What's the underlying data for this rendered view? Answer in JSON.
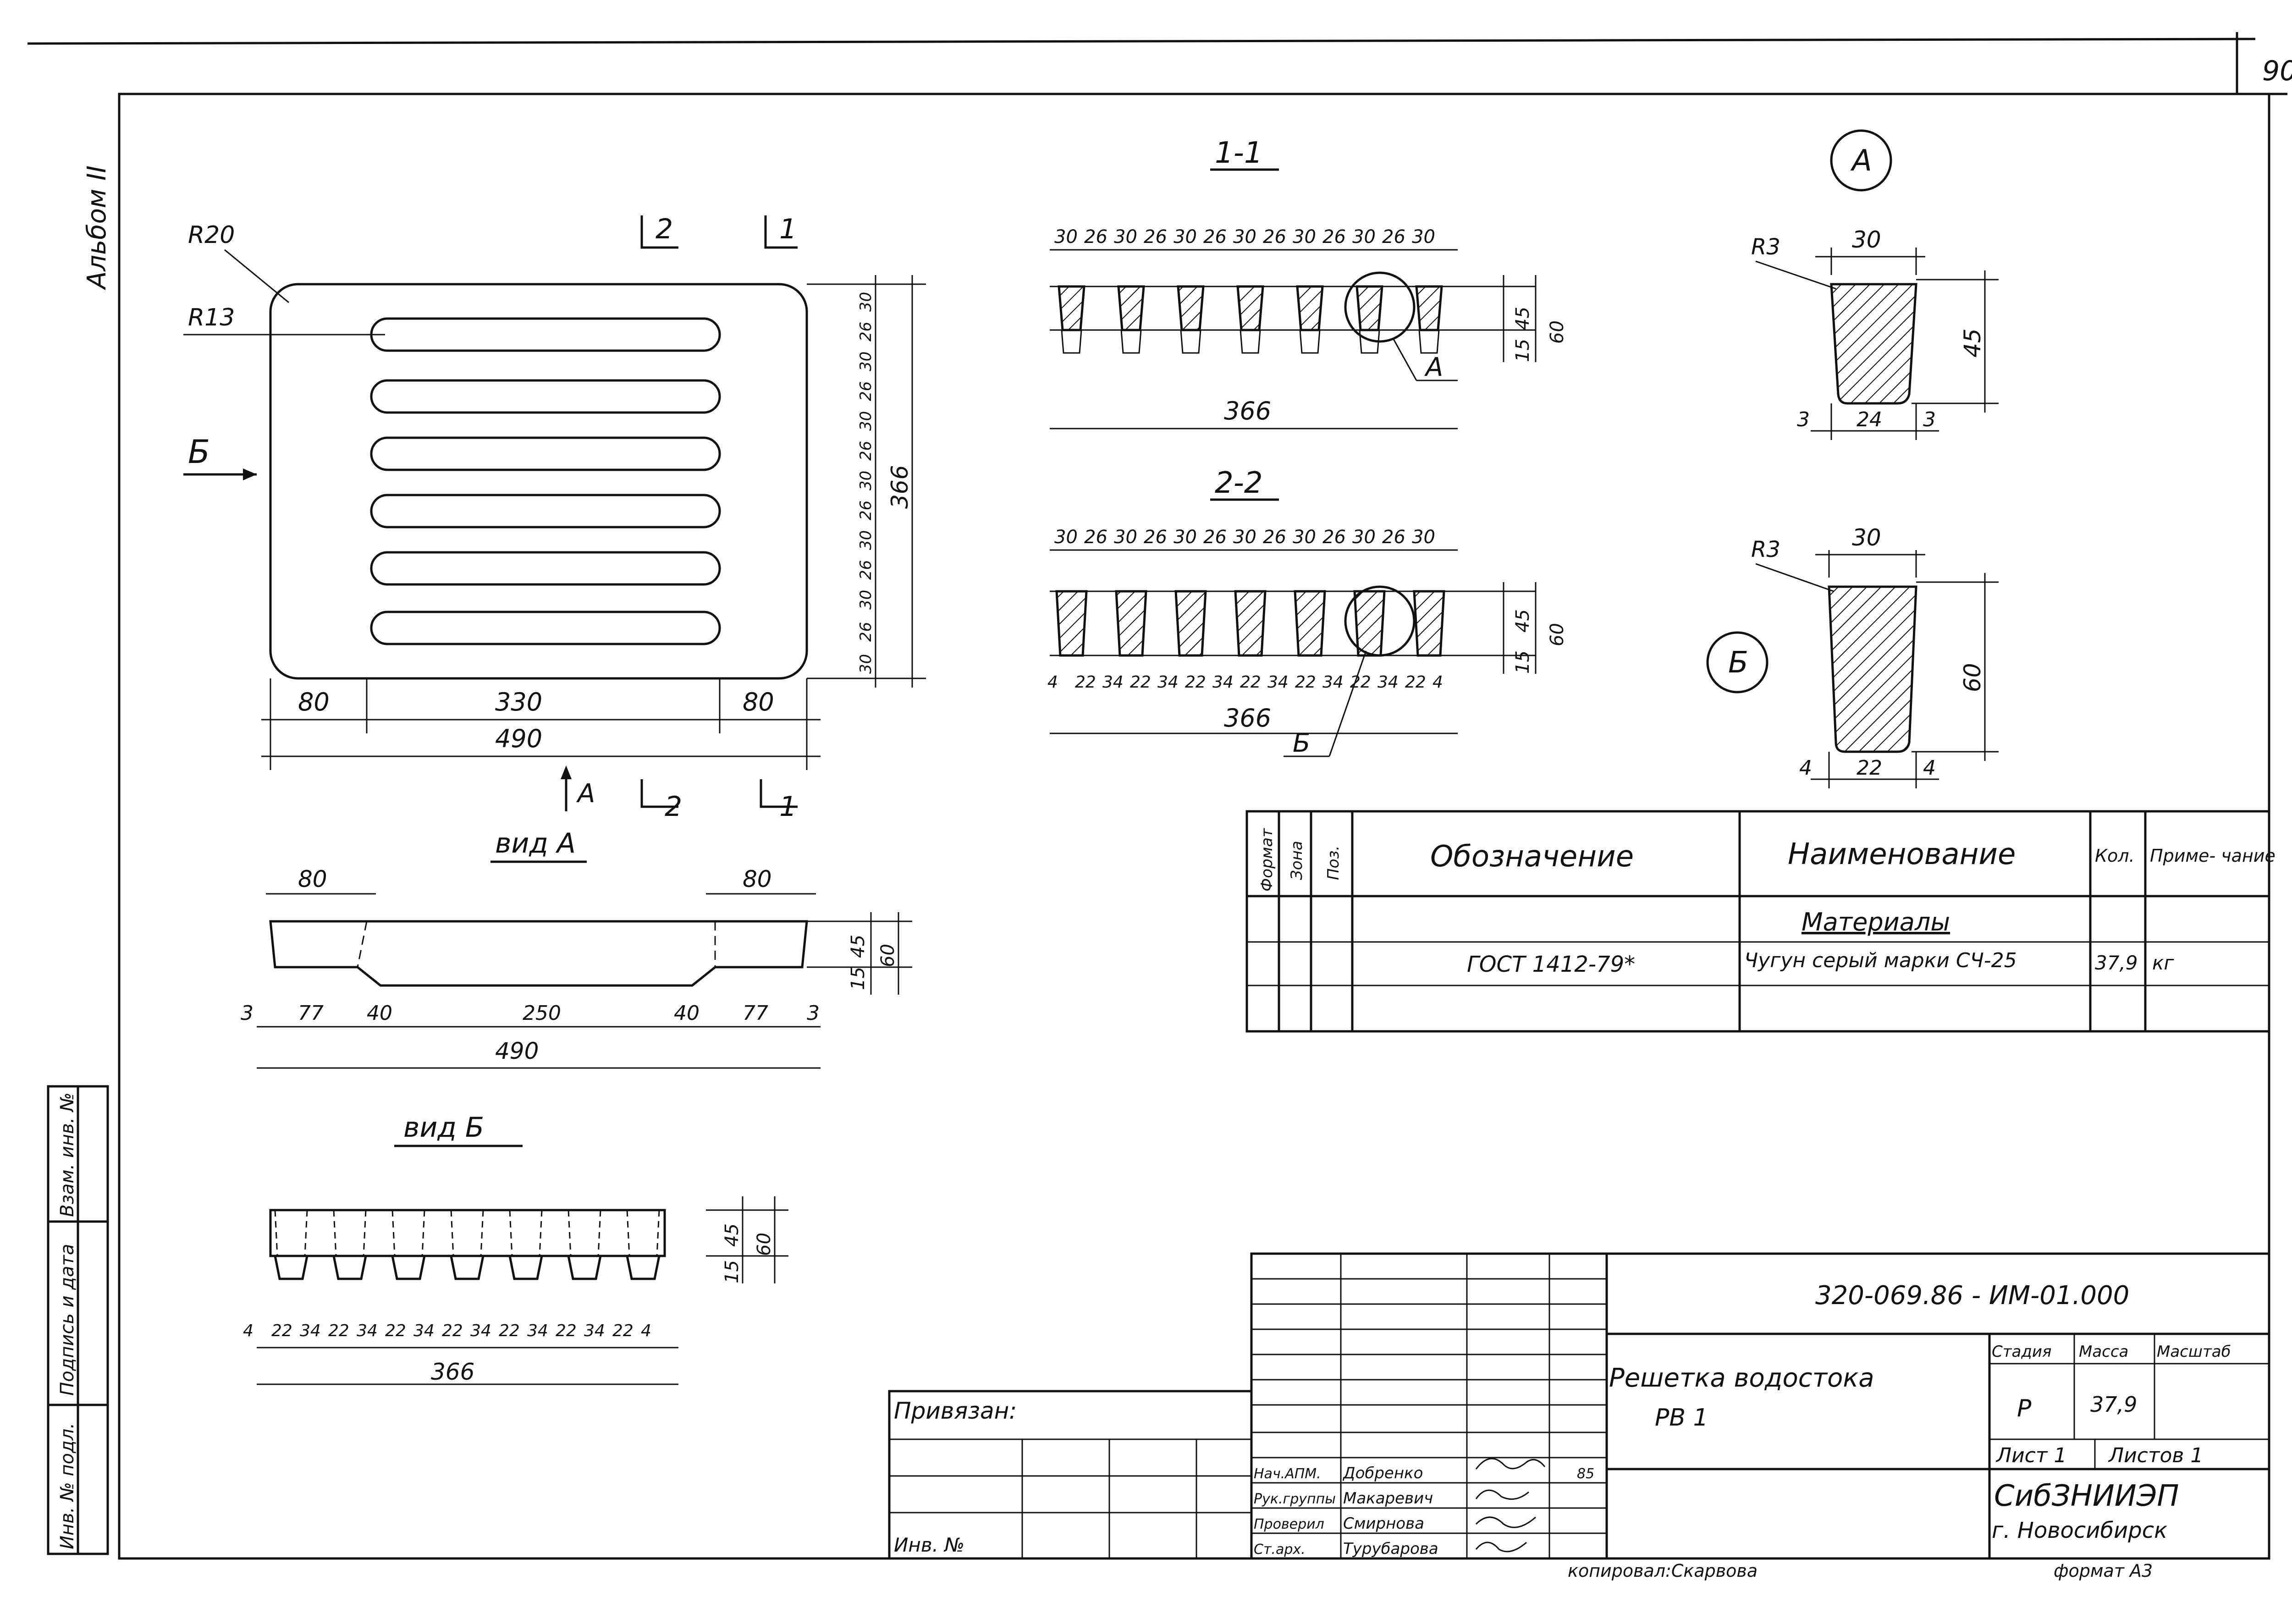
{
  "sheet": {
    "page_number": "90",
    "album_label": "Альбом II",
    "copied_by": "копировал:Скарвова",
    "format_label": "формат A3"
  },
  "plan": {
    "radius_corner": "R20",
    "radius_slot": "R13",
    "view_b_marker": "Б",
    "view_a_marker": "A",
    "section_mark_1": "1",
    "section_mark_2": "2",
    "dims_bottom": [
      "80",
      "330",
      "80"
    ],
    "dim_total": "490",
    "dim_height": "366",
    "dims_side": [
      "30",
      "26",
      "30",
      "26",
      "30",
      "26",
      "30",
      "26",
      "30",
      "26",
      "30",
      "26",
      "30"
    ]
  },
  "section_1_1": {
    "title": "1-1",
    "dims_top": [
      "30",
      "26",
      "30",
      "26",
      "30",
      "26",
      "30",
      "26",
      "30",
      "26",
      "30",
      "26",
      "30"
    ],
    "dim_total": "366",
    "dim_h1": "45",
    "dim_h2": "60",
    "dim_h3": "15",
    "callout": "A"
  },
  "section_2_2": {
    "title": "2-2",
    "dims_top": [
      "30",
      "26",
      "30",
      "26",
      "30",
      "26",
      "30",
      "26",
      "30",
      "26",
      "30",
      "26",
      "30"
    ],
    "dims_bottom": [
      "4",
      "22",
      "34",
      "22",
      "34",
      "22",
      "34",
      "22",
      "34",
      "22",
      "34",
      "22",
      "34",
      "22",
      "4"
    ],
    "dim_total": "366",
    "dim_h1": "45",
    "dim_h2": "60",
    "dim_h3": "15",
    "callout": "Б"
  },
  "detail_a": {
    "marker": "A",
    "radius": "R3",
    "dim_top": "30",
    "dim_height": "45",
    "dims_bottom": [
      "3",
      "24",
      "3"
    ]
  },
  "detail_b": {
    "marker": "Б",
    "radius": "R3",
    "dim_top": "30",
    "dim_height": "60",
    "dims_bottom": [
      "4",
      "22",
      "4"
    ]
  },
  "view_a": {
    "title": "вид A",
    "dims_top": [
      "80",
      "80"
    ],
    "dims_bottom": [
      "3",
      "77",
      "40",
      "250",
      "40",
      "77",
      "3"
    ],
    "dim_total": "490",
    "dim_h1": "45",
    "dim_h2": "60",
    "dim_h3": "15"
  },
  "view_b": {
    "title": "вид Б",
    "dims_bottom": [
      "4",
      "22",
      "34",
      "22",
      "34",
      "22",
      "34",
      "22",
      "34",
      "22",
      "34",
      "22",
      "34",
      "22",
      "4"
    ],
    "dim_total": "366",
    "dim_h1": "45",
    "dim_h2": "60",
    "dim_h3": "15"
  },
  "spec_table": {
    "headers": [
      "Формат",
      "Зона",
      "Поз.",
      "Обозначение",
      "Наименование",
      "Кол.",
      "Приме- чание"
    ],
    "section_label": "Материалы",
    "rows": [
      {
        "designation": "ГОСТ 1412-79*",
        "name": "Чугун серый марки СЧ-25",
        "qty": "37,9",
        "note": "кг"
      }
    ]
  },
  "title_block": {
    "doc_code": "320-069.86 - ИМ-01.000",
    "product_name": "Решетка водостока",
    "product_mark": "РВ 1",
    "stage_label": "Стадия",
    "mass_label": "Масса",
    "scale_label": "Масштаб",
    "stage": "Р",
    "mass": "37,9",
    "sheet_label": "Лист 1",
    "sheets_label": "Листов 1",
    "org": "СибЗНИИЭП",
    "city": "г. Новосибирск",
    "linked": "Привязан:",
    "inv_no": "Инв. №",
    "signers": [
      {
        "role": "Нач.АПМ.",
        "name": "Добренко"
      },
      {
        "role": "Рук.группы",
        "name": "Макаревич"
      },
      {
        "role": "Проверил",
        "name": "Смирнова"
      },
      {
        "role": "Ст.арх.",
        "name": "Турубарова"
      }
    ],
    "date": "85"
  },
  "side_stamp": {
    "cells": [
      "Взам. инв. №",
      "Подпись и дата",
      "Инв. № подл."
    ]
  }
}
